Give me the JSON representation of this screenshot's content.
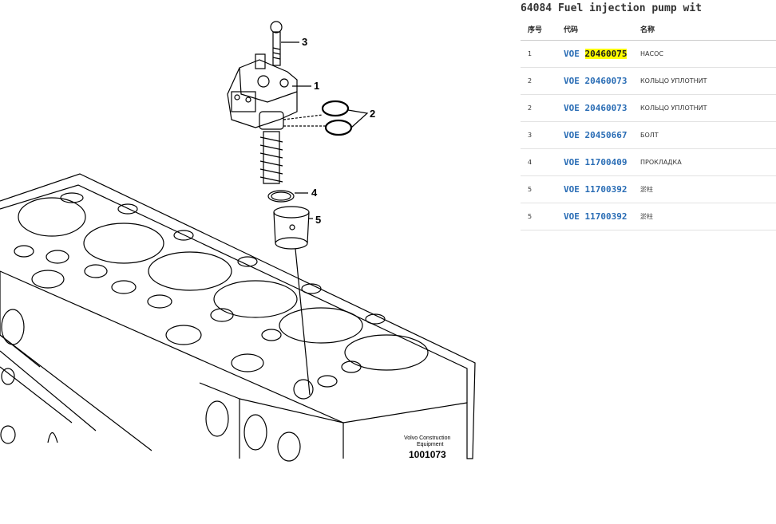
{
  "panel": {
    "title": "64084 Fuel injection pump wit",
    "columns": [
      "序号",
      "代码",
      "名称"
    ],
    "rows": [
      {
        "pos": "1",
        "prefix": "VOE",
        "code": "20460075",
        "name": "НАСОС",
        "highlighted": true
      },
      {
        "pos": "2",
        "prefix": "VOE",
        "code": "20460073",
        "name": "КОЛЬЦО УПЛОТНИТ",
        "highlighted": false
      },
      {
        "pos": "2",
        "prefix": "VOE",
        "code": "20460073",
        "name": "КОЛЬЦО УПЛОТНИТ",
        "highlighted": false
      },
      {
        "pos": "3",
        "prefix": "VOE",
        "code": "20450667",
        "name": "БОЛТ",
        "highlighted": false
      },
      {
        "pos": "4",
        "prefix": "VOE",
        "code": "11700409",
        "name": "ПРОКЛАДКА",
        "highlighted": false
      },
      {
        "pos": "5",
        "prefix": "VOE",
        "code": "11700392",
        "name": "淤柱",
        "highlighted": false
      },
      {
        "pos": "5",
        "prefix": "VOE",
        "code": "11700392",
        "name": "淤柱",
        "highlighted": false
      }
    ]
  },
  "diagram": {
    "callouts": [
      "1",
      "2",
      "3",
      "4",
      "5"
    ],
    "brand_line1": "Volvo Construction",
    "brand_line2": "Equipment",
    "drawing_number": "1001073"
  },
  "colors": {
    "code_link": "#2a6db5",
    "highlight": "#ffff00"
  }
}
